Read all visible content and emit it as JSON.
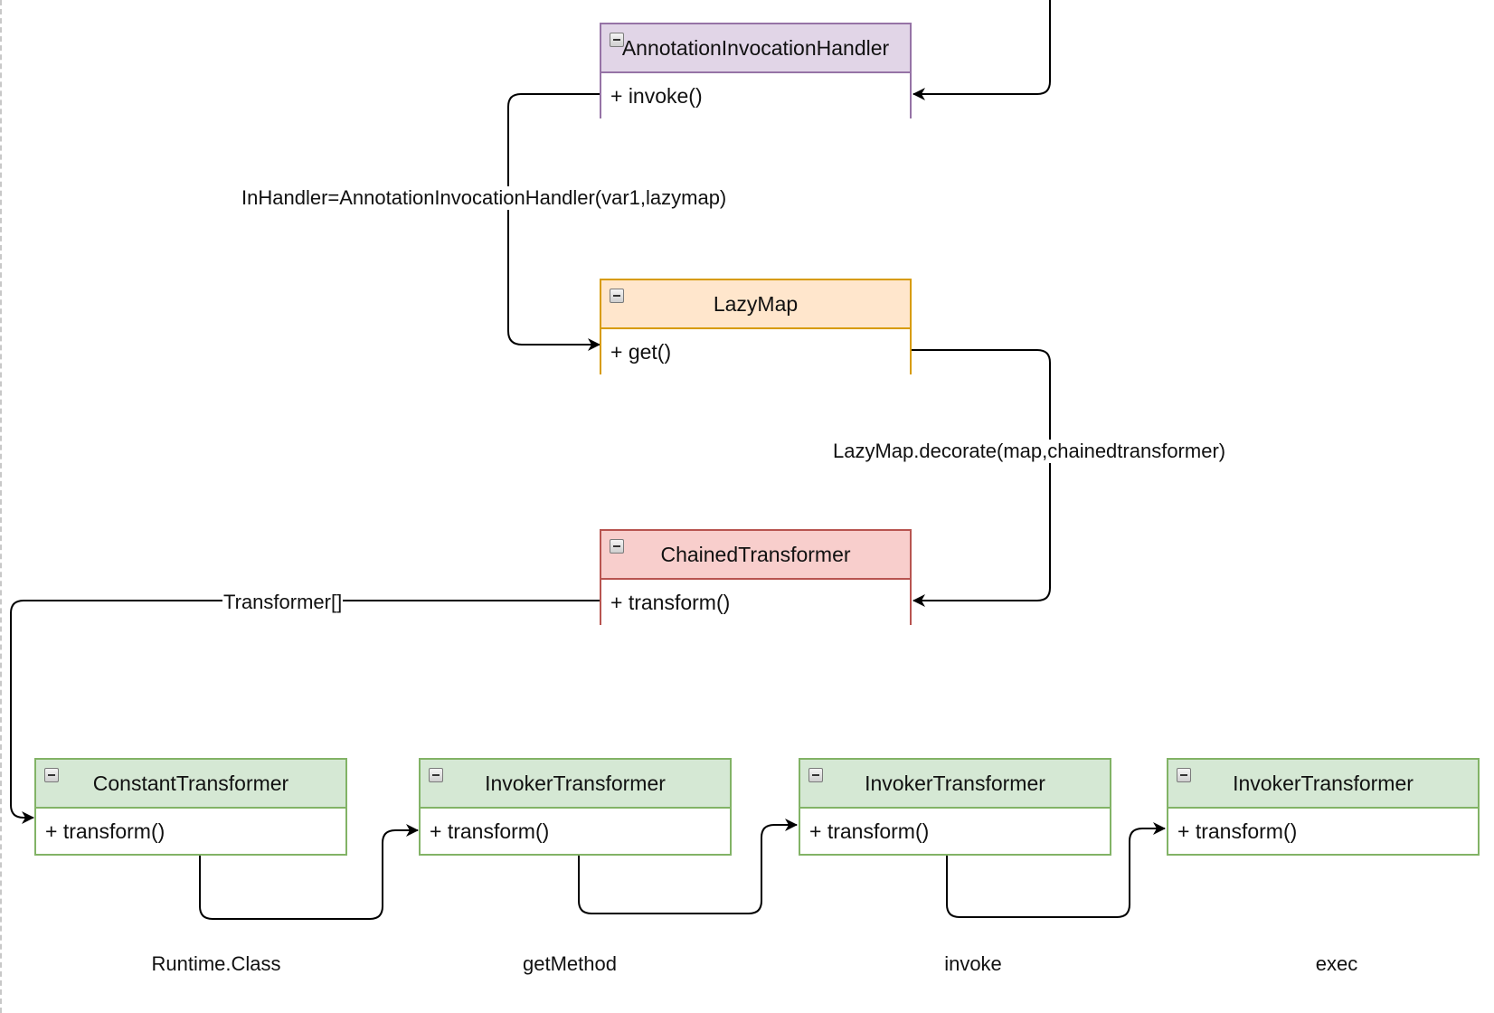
{
  "classes": {
    "annotation_handler": {
      "name": "AnnotationInvocationHandler",
      "method": "+ invoke()"
    },
    "lazy_map": {
      "name": "LazyMap",
      "method": "+ get()"
    },
    "chained_transformer": {
      "name": "ChainedTransformer",
      "method": "+ transform()"
    },
    "constant_transformer": {
      "name": "ConstantTransformer",
      "method": "+ transform()"
    },
    "invoker_transformer_1": {
      "name": "InvokerTransformer",
      "method": "+ transform()"
    },
    "invoker_transformer_2": {
      "name": "InvokerTransformer",
      "method": "+ transform()"
    },
    "invoker_transformer_3": {
      "name": "InvokerTransformer",
      "method": "+ transform()"
    }
  },
  "edges": {
    "handler_to_lazymap": "InHandler=AnnotationInvocationHandler(var1,lazymap)",
    "lazymap_to_chained": "LazyMap.decorate(map,chainedtransformer)",
    "chained_to_constant": "Transformer[]"
  },
  "step_labels": [
    "Runtime.Class",
    "getMethod",
    "invoke",
    "exec"
  ],
  "colors": {
    "purple_fill": "#e1d5e7",
    "purple_stroke": "#9673a6",
    "orange_fill": "#ffe6cc",
    "orange_stroke": "#d79b00",
    "red_fill": "#f8cecc",
    "red_stroke": "#b85450",
    "green_fill": "#d5e8d4",
    "green_stroke": "#82b366"
  }
}
